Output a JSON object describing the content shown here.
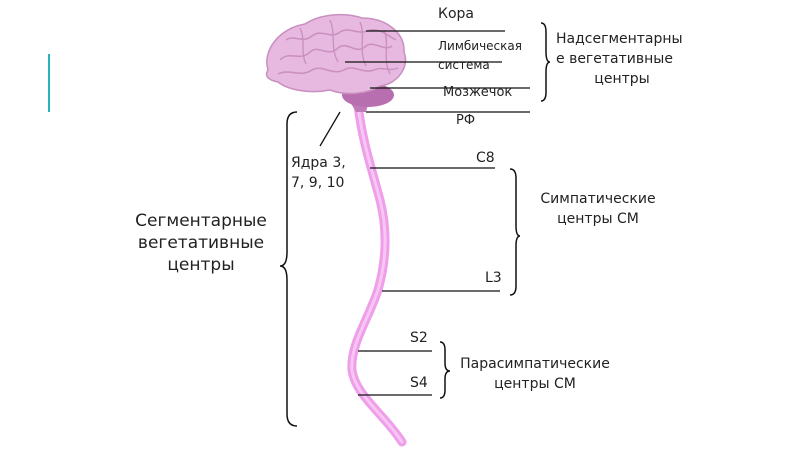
{
  "labels": {
    "kora": "Кора",
    "limbic_line1": "Лимбическая",
    "limbic_line2": "система",
    "cerebellum": "Мозжечок",
    "rf": "РФ",
    "suprasegmental_line1": "Надсегментарны",
    "suprasegmental_line2": "е вегетативные",
    "suprasegmental_line3": "центры",
    "nuclei_line1": "Ядра 3,",
    "nuclei_line2": "7, 9, 10",
    "c8": "C8",
    "l3": "L3",
    "sympathetic_line1": "Симпатические",
    "sympathetic_line2": "центры СМ",
    "segmental_line1": "Сегментарные",
    "segmental_line2": "вегетативные",
    "segmental_line3": "центры",
    "s2": "S2",
    "s4": "S4",
    "parasympathetic_line1": "Парасимпатические",
    "parasympathetic_line2": "центры СМ"
  },
  "colors": {
    "accent": "#2bb3c0",
    "brain": "#e7b8e0",
    "brain_fold": "#c98fbf",
    "cord": "#ef9ee9",
    "brainstem": "#c07ab8",
    "line": "#111111"
  }
}
